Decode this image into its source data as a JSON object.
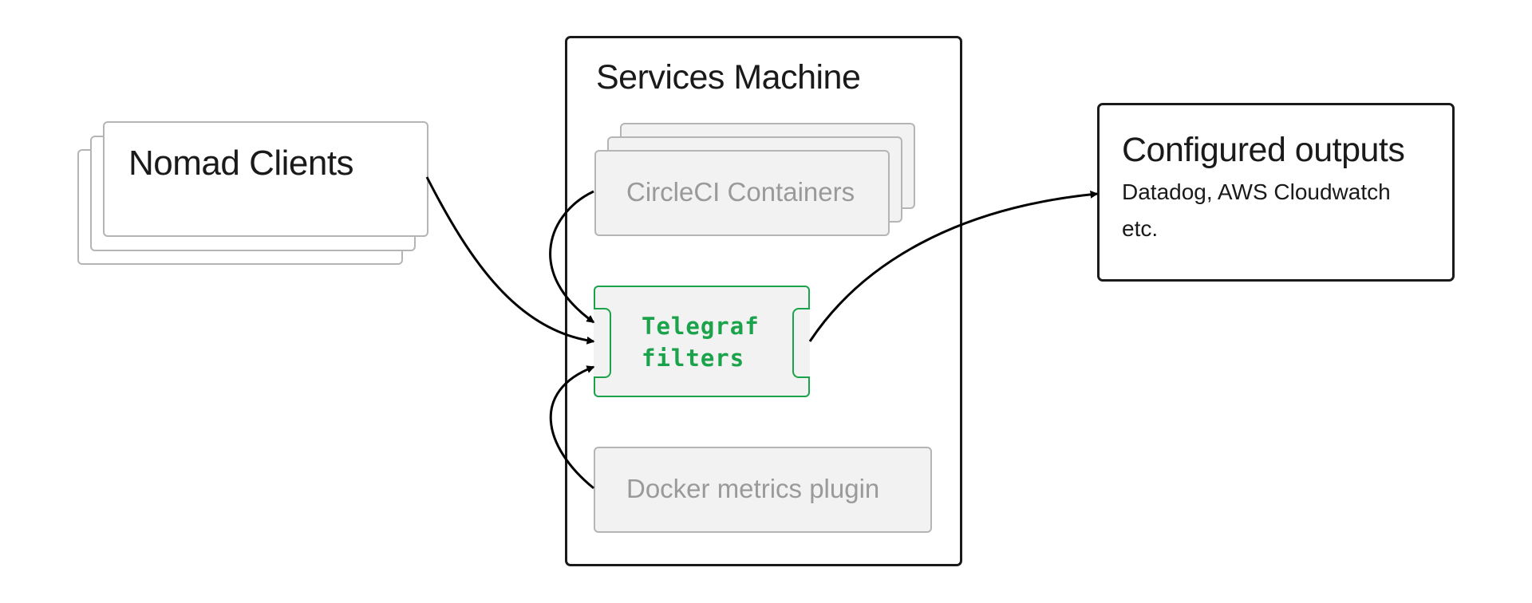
{
  "nomad": {
    "title": "Nomad Clients"
  },
  "services": {
    "title": "Services Machine",
    "circleci_label": "CircleCI Containers",
    "telegraf_line1": "Telegraf",
    "telegraf_line2": "filters",
    "docker_label": "Docker metrics plugin"
  },
  "outputs": {
    "title": "Configured outputs",
    "line1": "Datadog, AWS Cloudwatch",
    "line2": "etc."
  },
  "colors": {
    "telegraf_green": "#1aa34a",
    "outline_dark": "#1a1a1a",
    "card_grey": "#f2f2f2",
    "card_border": "#b5b5b5",
    "muted_text": "#9a9a9a"
  }
}
